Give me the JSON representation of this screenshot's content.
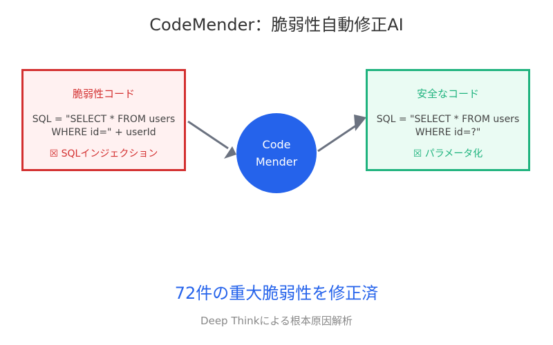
{
  "title": "CodeMender：脆弱性自動修正AI",
  "vulnerable": {
    "heading": "脆弱性コード",
    "code_line1": "SQL = \"SELECT * FROM users",
    "code_line2": "WHERE id=\" + userId",
    "note": "☒ SQLインジェクション"
  },
  "processor": {
    "line1": "Code",
    "line2": "Mender"
  },
  "safe": {
    "heading": "安全なコード",
    "code_line1": "SQL = \"SELECT * FROM users",
    "code_line2": "WHERE id=?\"",
    "note": "☒ パラメータ化"
  },
  "result": "72件の重大脆弱性を修正済",
  "subtitle": "Deep Thinkによる根本原因解析",
  "colors": {
    "vulnerable": "#d32f2f",
    "safe": "#1fb37e",
    "accent": "#2563eb",
    "arrow": "#6b7280"
  }
}
